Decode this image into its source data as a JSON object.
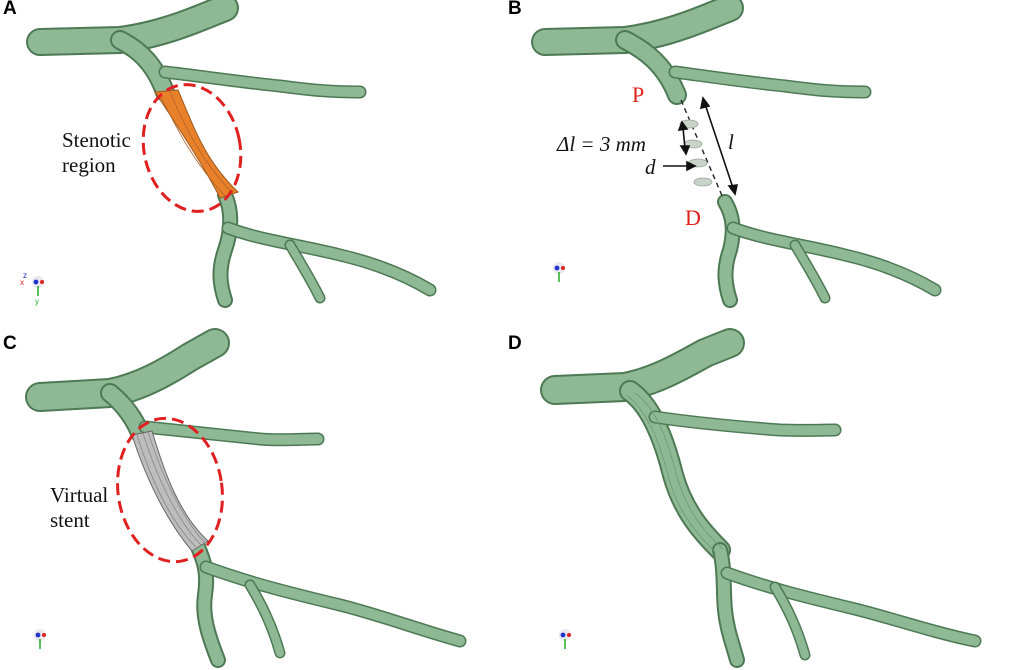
{
  "panels": [
    {
      "letter": "A",
      "label_line1": "Stenotic",
      "label_line2": "region"
    },
    {
      "letter": "B",
      "proximal": "P",
      "distal": "D",
      "delta_l": "Δl = 3 mm",
      "length": "l",
      "diameter": "d"
    },
    {
      "letter": "C",
      "label_line1": "Virtual",
      "label_line2": "stent"
    },
    {
      "letter": "D"
    }
  ],
  "axis_triad": {
    "z": "z",
    "x": "x",
    "y": "y"
  },
  "colors": {
    "vessel": "#8fb894",
    "vessel_edge": "#4d7a55",
    "stenosis": "#e8812a",
    "stent": "#b9b9b9",
    "highlight": "#e02020",
    "label_red": "#e0201c"
  }
}
